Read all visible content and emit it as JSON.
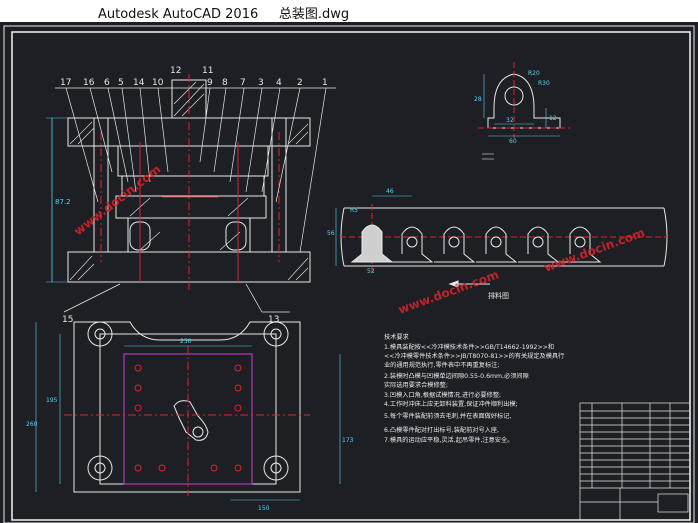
{
  "window": {
    "title": "Autodesk AutoCAD 2016     总装图.dwg"
  },
  "callouts": [
    "17",
    "16",
    "6",
    "5",
    "14",
    "10",
    "12",
    "11",
    "9",
    "8",
    "7",
    "3",
    "4",
    "2",
    "1",
    "15",
    "13"
  ],
  "dimensions": {
    "height_left": "87.2",
    "part_r1": "R20",
    "part_r2": "R30",
    "part_h": "28",
    "part_w1": "32",
    "part_w2": "60",
    "part_w3": "12",
    "strip_pitch": "46",
    "strip_w": "56",
    "strip_r": "R5",
    "strip_h": "52",
    "plate_w": "250",
    "plate_h1": "195",
    "plate_h2": "260",
    "plate_h3": "173",
    "plate_bottom": "150"
  },
  "strip": {
    "feed_label": "排料图"
  },
  "tech": {
    "heading": "技术要求",
    "lines": [
      "1.模具装配按<<冷冲模技术条件>>GB/T14662-1992>>和",
      "<<冷冲模零件技术条件>>JB/T8070-81>>的有关规定及模具行",
      "业的通用规范执行,零件表中不再重复标注;",
      "2.装模时凸模与凹模单边间隙0.55-0.6mm,必须间隙",
      "实际选用要求合模修整;",
      "3.凹模入口角,根据试模情况,进行必要修整;",
      "4.工作时冲床上应无卸料装置,保证冲件顺利出模;",
      "5.每个零件装配前须去毛刺,并在表面做好标记,",
      "6.凸模零件配对打出标号,装配前对号入座,",
      "7.模具的运动应平稳,灵活,起吊零件,注意安全。"
    ]
  },
  "watermark": "www.docin.com",
  "colors": {
    "background": "#1d1f25",
    "lines": "#e8e8e8",
    "dimension": "#56d6ee",
    "center": "#e0222a",
    "aux": "#d040d0"
  }
}
